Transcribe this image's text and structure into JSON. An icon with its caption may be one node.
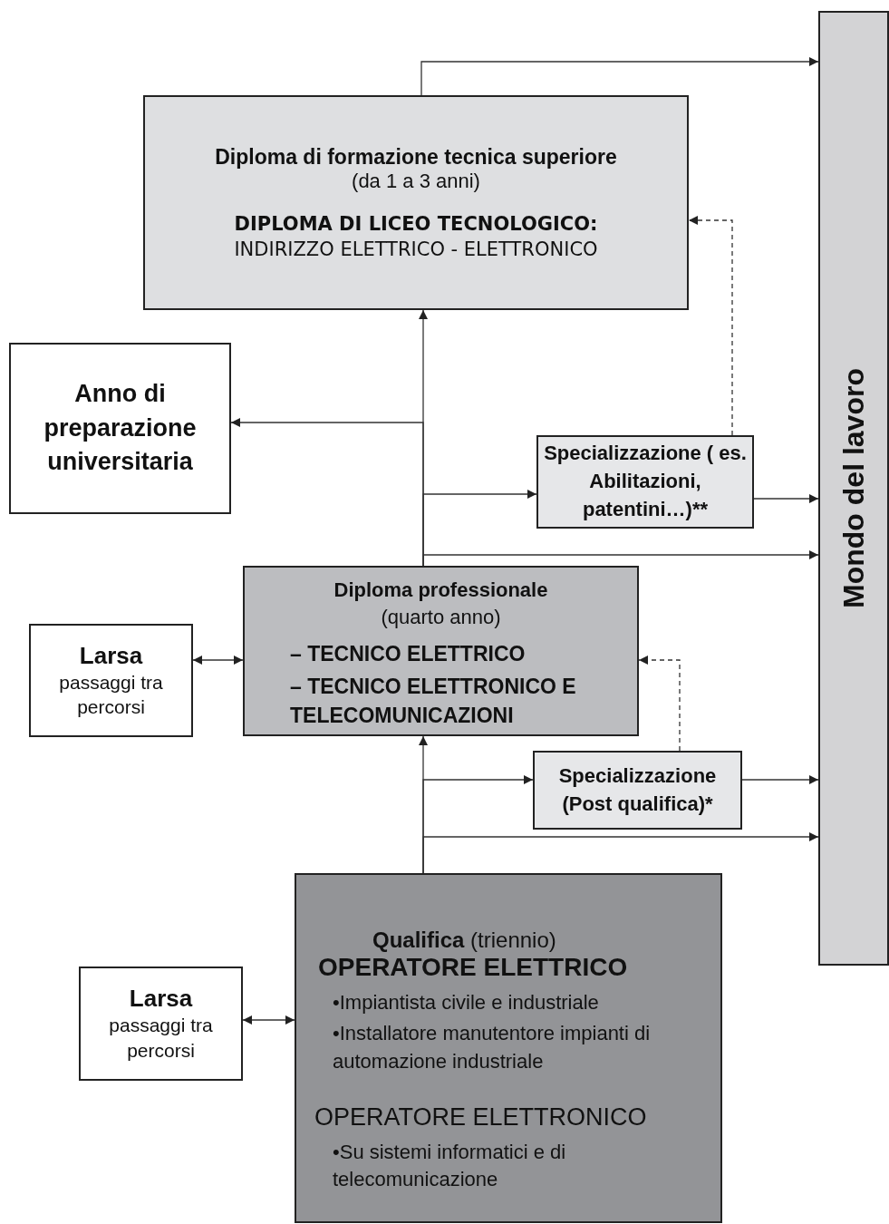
{
  "diagram": {
    "nodes": [
      {
        "text": [
          "Mondo del lavoro"
        ]
      },
      {
        "text": [
          "Diploma di formazione tecnica superiore",
          "(da 1 a 3 anni)",
          "DIPLOMA DI LICEO TECNOLOGICO:",
          "INDIRIZZO ELETTRICO - ELETTRONICO"
        ]
      },
      {
        "text": [
          "Anno di preparazione universitaria"
        ]
      },
      {
        "text": [
          "Specializzazione ( es. Abilitazioni, patentini…)**"
        ]
      },
      {
        "text": [
          "Diploma professionale",
          "(quarto anno)",
          "– TECNICO ELETTRICO",
          "– TECNICO ELETTRONICO E TELECOMUNICAZIONI"
        ]
      },
      {
        "text": [
          "Larsa",
          "passaggi tra percorsi"
        ]
      },
      {
        "text": [
          "Specializzazione (Post qualifica)*"
        ]
      },
      {
        "text": [
          "**Qualifica** (triennio)",
          "OPERATORE ELETTRICO",
          "•Impiantista civile e industriale",
          "•Installatore manutentore impianti di automazione industriale",
          "OPERATORE ELETTRONICO",
          "•Su sistemi informatici e di telecomunicazione"
        ]
      },
      {
        "text": [
          "Larsa",
          "passaggi tra percorsi"
        ]
      }
    ],
    "edges": [
      {
        "from": 1,
        "to": 0,
        "arrow": "to"
      },
      {
        "from": 4,
        "to": 1,
        "arrow": "to"
      },
      {
        "from": 4,
        "to": 2,
        "arrow": "to"
      },
      {
        "from": 4,
        "to": 3,
        "arrow": "to"
      },
      {
        "from": 3,
        "to": 0,
        "arrow": "to"
      },
      {
        "from": 4,
        "to": 0,
        "arrow": "to"
      },
      {
        "from": 3,
        "to": 1,
        "arrow": "to",
        "style": "dashed"
      },
      {
        "from": 5,
        "to": 4,
        "arrow": "both"
      },
      {
        "from": 7,
        "to": 4,
        "arrow": "to"
      },
      {
        "from": 7,
        "to": 6,
        "arrow": "to"
      },
      {
        "from": 6,
        "to": 0,
        "arrow": "to"
      },
      {
        "from": 7,
        "to": 0,
        "arrow": "to"
      },
      {
        "from": 6,
        "to": 4,
        "arrow": "to",
        "style": "dashed"
      },
      {
        "from": 8,
        "to": 7,
        "arrow": "both"
      }
    ]
  }
}
